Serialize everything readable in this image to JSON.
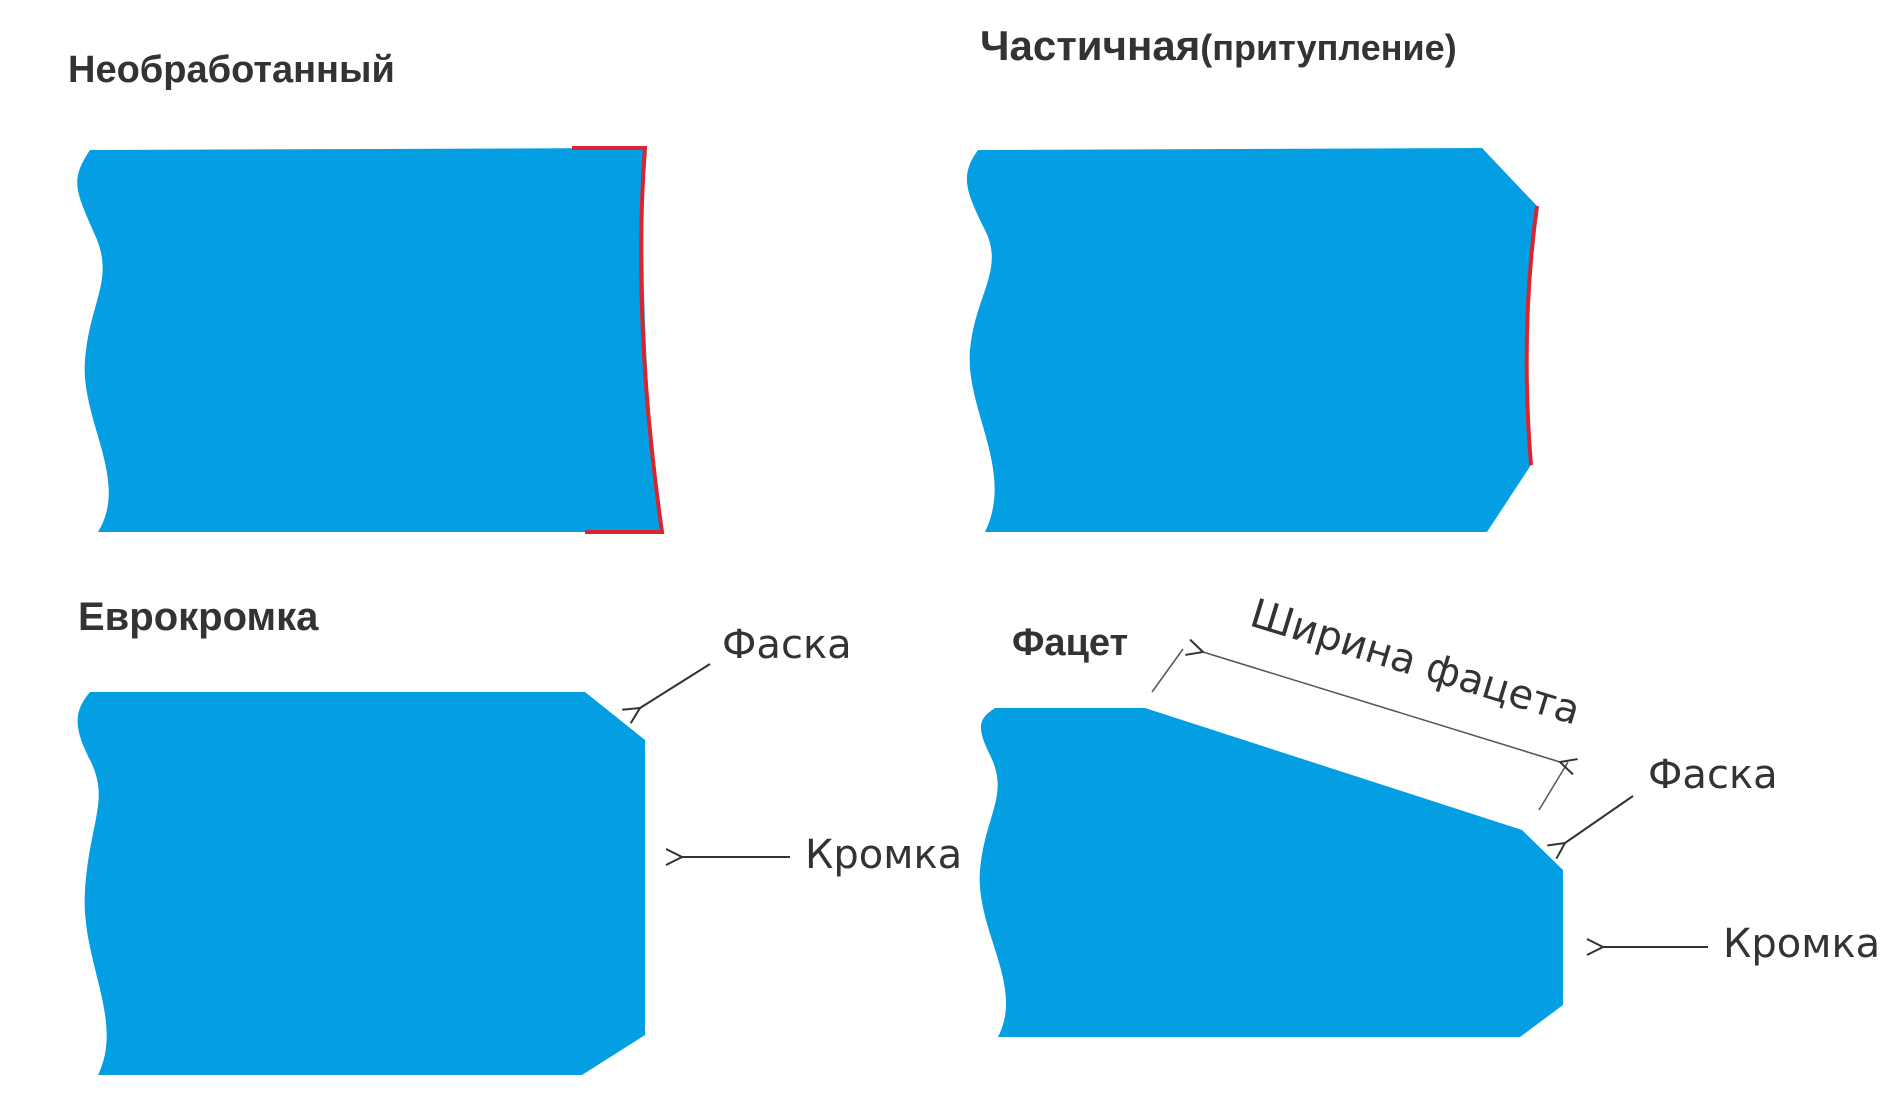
{
  "colors": {
    "glass_fill": "#039fe2",
    "edge_highlight": "#d8262f",
    "text": "#333333",
    "arrow": "#333333",
    "background": "#ffffff"
  },
  "panels": {
    "raw": {
      "title": "Необработанный"
    },
    "partial": {
      "title_main": "Частичная",
      "title_paren": "(притупление)"
    },
    "euro": {
      "title": "Еврокромка",
      "chamfer_label": "Фаска",
      "edge_label": "Кромка"
    },
    "facet": {
      "title": "Фацет",
      "width_label": "Ширина фацета",
      "chamfer_label": "Фаска",
      "edge_label": "Кромка"
    }
  }
}
